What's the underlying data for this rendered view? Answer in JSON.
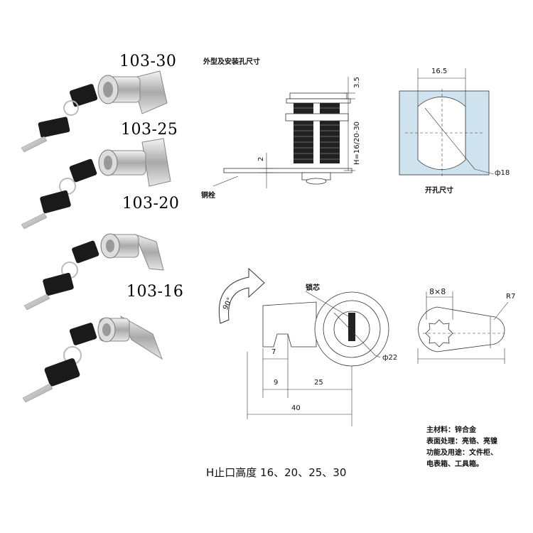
{
  "models": [
    "103-30",
    "103-25",
    "103-20",
    "103-16"
  ],
  "labels": {
    "outline_title": "外型及安装孔尺寸",
    "cutout_title": "开孔尺寸",
    "copper_bolt": "铜栓",
    "lock_core": "锁芯",
    "height_note": "H止口高度 16、20、25、30"
  },
  "dims": {
    "d_3_5": "3.5",
    "d_H": "H=16/20-30",
    "d_2": "2",
    "d_16_5": "16.5",
    "d_phi18": "ф18",
    "d_90": "90°",
    "d_7": "7",
    "d_9": "9",
    "d_25": "25",
    "d_40": "40",
    "d_phi22": "ф22",
    "d_8x8": "8×8",
    "d_R7": "R7"
  },
  "specs": {
    "line1": "主材料：锌合金",
    "line2": "表面处理：亮铬、亮镍",
    "line3": "功能及用途：文件柜、",
    "line4": "电表箱、工具箱。"
  },
  "colors": {
    "cutout_fill": "#cfe3ee",
    "metal": "#c8c8c8",
    "key_black": "#1a1a1a",
    "thread_dark": "#222222"
  },
  "icons": [
    "lock-photo-icon",
    "key-icon",
    "rotation-arrow-icon"
  ]
}
